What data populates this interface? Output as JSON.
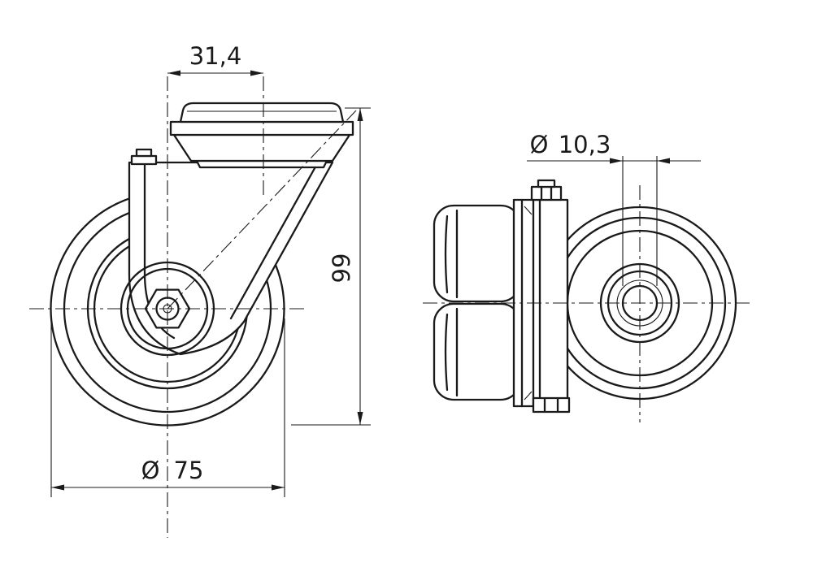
{
  "drawing": {
    "front_view": {
      "offset_label": "31,4",
      "height_label": "99",
      "diameter_symbol": "Ø",
      "wheel_diameter_value": "75"
    },
    "side_view": {
      "diameter_symbol": "Ø",
      "hole_diameter_value": "10,3"
    }
  },
  "style": {
    "line_color": "#1a1a1a",
    "background": "#ffffff"
  }
}
